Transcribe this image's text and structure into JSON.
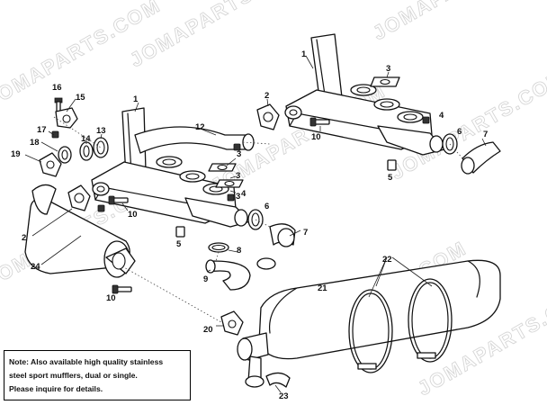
{
  "watermark": "JOMAPARTS.COM",
  "note": {
    "lines": [
      "Note: Also available high quality stainless",
      "steel sport mufflers, dual or single.",
      "Please inquire for details."
    ]
  },
  "callouts": {
    "c1a": "1",
    "c1b": "1",
    "c2a": "2",
    "c2b": "2",
    "c3a": "3",
    "c3b": "3",
    "c3c": "3",
    "c3d": "3",
    "c4a": "4",
    "c4b": "4",
    "c5a": "5",
    "c5b": "5",
    "c6a": "6",
    "c6b": "6",
    "c7a": "7",
    "c7b": "7",
    "c8": "8",
    "c9": "9",
    "c10a": "10",
    "c10b": "10",
    "c10c": "10",
    "c12": "12",
    "c13": "13",
    "c14": "14",
    "c15": "15",
    "c16": "16",
    "c17": "17",
    "c18": "18",
    "c19": "19",
    "c20": "20",
    "c21": "21",
    "c22": "22",
    "c23": "23",
    "c24": "24"
  }
}
